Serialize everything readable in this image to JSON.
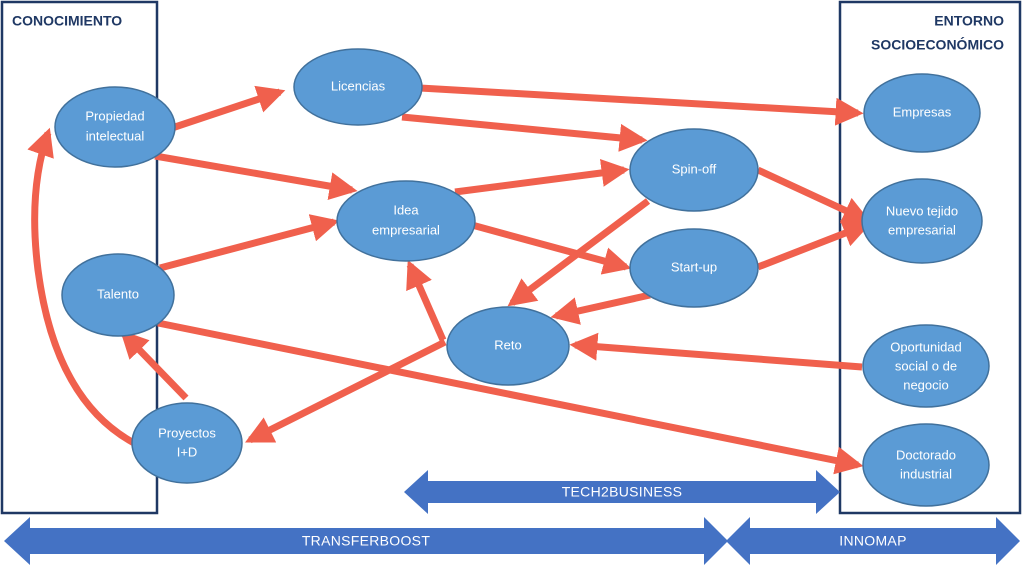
{
  "colors": {
    "node_fill": "#5b9bd5",
    "node_stroke": "#41719c",
    "edge": "#f0604d",
    "banner": "#4472c4",
    "box_stroke": "#1f3864"
  },
  "boxes": {
    "left_title": "CONOCIMIENTO",
    "right_title_line1": "ENTORNO",
    "right_title_line2": "SOCIOECONÓMICO"
  },
  "nodes": {
    "propiedad": [
      "Propiedad",
      "intelectual"
    ],
    "talento": [
      "Talento"
    ],
    "proyectos": [
      "Proyectos",
      "I+D"
    ],
    "licencias": [
      "Licencias"
    ],
    "idea": [
      "Idea",
      "empresarial"
    ],
    "reto": [
      "Reto"
    ],
    "spinoff": [
      "Spin-off"
    ],
    "startup": [
      "Start-up"
    ],
    "empresas": [
      "Empresas"
    ],
    "nuevo": [
      "Nuevo tejido",
      "empresarial"
    ],
    "oportunidad": [
      "Oportunidad",
      "social o de",
      "negocio"
    ],
    "doctorado": [
      "Doctorado",
      "industrial"
    ]
  },
  "banners": {
    "tech2business": "TECH2BUSINESS",
    "transferboost": "TRANSFERBOOST",
    "innomap": "INNOMAP"
  }
}
